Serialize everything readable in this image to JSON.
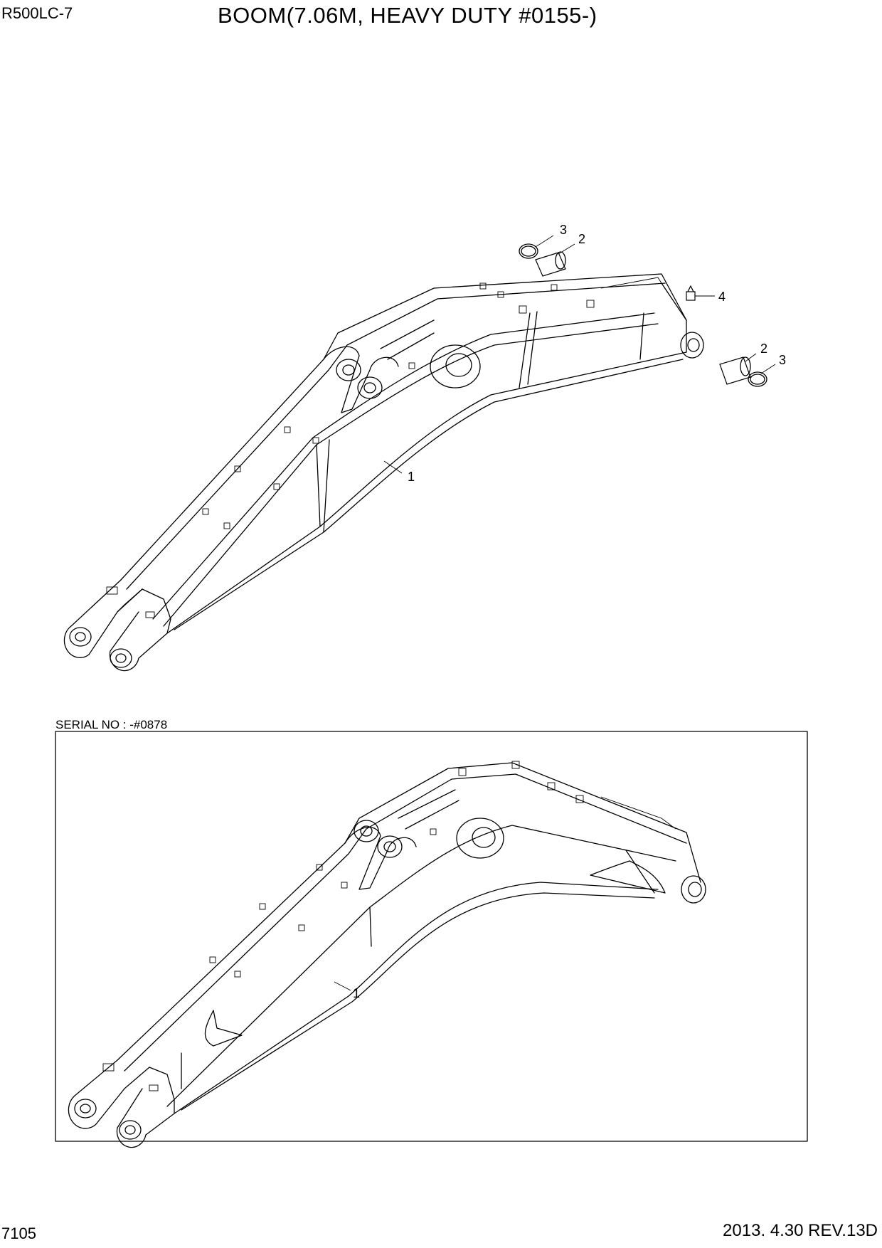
{
  "header": {
    "model": "R500LC-7",
    "title": "BOOM(7.06M, HEAVY DUTY #0155-)"
  },
  "upper_view": {
    "callouts": [
      {
        "label": "3"
      },
      {
        "label": "2"
      },
      {
        "label": "4"
      },
      {
        "label": "2"
      },
      {
        "label": "3"
      },
      {
        "label": "1"
      }
    ]
  },
  "lower_view": {
    "caption": "SERIAL NO : -#0878",
    "callouts": [
      {
        "label": "1"
      }
    ]
  },
  "footer": {
    "page_number": "7105",
    "revision": "2013. 4.30  REV.13D"
  }
}
